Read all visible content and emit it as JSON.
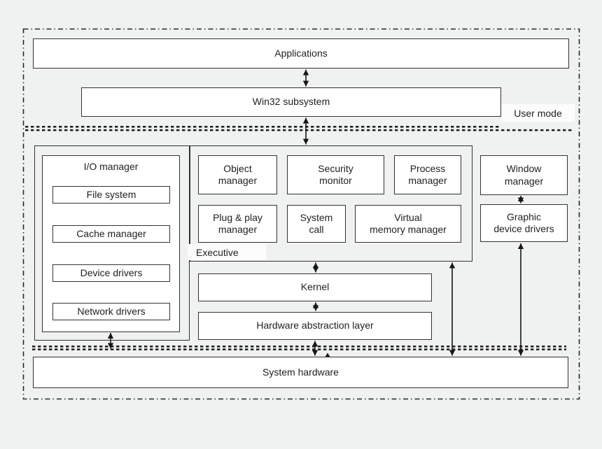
{
  "diagram": {
    "labels": {
      "user_mode": "User mode",
      "executive": "Executive"
    },
    "boxes": {
      "applications": "Applications",
      "win32_subsystem": "Win32 subsystem",
      "io_manager": "I/O manager",
      "file_system": "File system",
      "cache_manager": "Cache manager",
      "device_drivers": "Device drivers",
      "network_drivers": "Network drivers",
      "object_manager": "Object\nmanager",
      "security_monitor": "Security\nmonitor",
      "process_manager": "Process\nmanager",
      "plug_and_play_manager": "Plug & play\nmanager",
      "system_call": "System\ncall",
      "virtual_memory_manager": "Virtual\nmemory manager",
      "window_manager": "Window\nmanager",
      "graphic_device_drivers": "Graphic\ndevice drivers",
      "kernel": "Kernel",
      "hardware_abstraction_layer": "Hardware abstraction layer",
      "system_hardware": "System hardware"
    },
    "colors": {
      "background": "#f0f1f1",
      "box_fill": "#ffffff",
      "line": "#323232",
      "text": "#1f1f1f"
    }
  }
}
